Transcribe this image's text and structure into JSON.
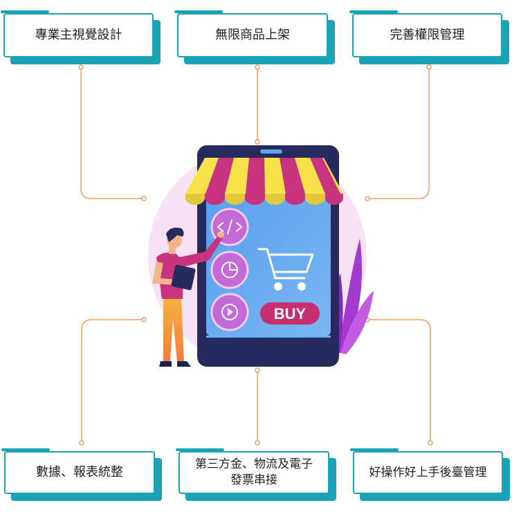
{
  "features": {
    "top_left": "專業主視覺設計",
    "top_center": "無限商品上架",
    "top_right": "完善權限管理",
    "bottom_left": "數據、報表統整",
    "bottom_center_line1": "第三方金、物流及電子",
    "bottom_center_line2": "發票串接",
    "bottom_right": "好操作好上手後臺管理"
  },
  "illustration": {
    "buy_label": "BUY",
    "icons": [
      "code-icon",
      "pie-chart-icon",
      "play-icon",
      "shopping-cart-icon"
    ]
  },
  "colors": {
    "accent_teal": "#1aa3b6",
    "connector_orange": "#f39a5c",
    "tablet_navy": "#262a5c",
    "screen_blue": "#5fa3ee",
    "awning_yellow": "#f7e24b",
    "awning_magenta": "#c8337f",
    "buy_pink": "#c62f6f"
  }
}
